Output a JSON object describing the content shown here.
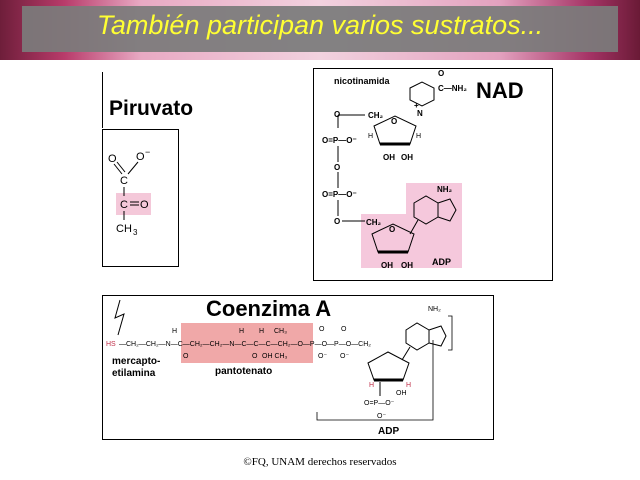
{
  "slide": {
    "title": "También participan varios sustratos...",
    "footer": "©FQ, UNAM derechos reservados"
  },
  "piruvato": {
    "heading": "Piruvato",
    "atoms": {
      "o1": "O",
      "o2": "O",
      "o_minus": "−",
      "c1": "C",
      "c2": "C",
      "o3": "O",
      "ch3": "CH",
      "ch3_sub": "3"
    }
  },
  "nad": {
    "heading": "NAD",
    "nicotinamida": "nicotinamida",
    "adp": "ADP",
    "amide": "C—NH₂",
    "amide_o": "O",
    "plus": "+",
    "n_ring": "N",
    "ch2_a": "CH₂",
    "ch2_b": "CH₂",
    "ring_o1": "O",
    "ring_o2": "O",
    "p1": "O=P—O⁻",
    "p2": "O=P—O⁻",
    "o_link1": "O",
    "o_link2": "O",
    "o_link3": "O",
    "o_link4": "O",
    "h": "H",
    "oh": "OH",
    "nh2": "NH₂",
    "n": "N"
  },
  "coa": {
    "heading": "Coenzima A",
    "hs": "HS",
    "chain1": "—CH₂—CH₂—N—C—CH₂—CH₂—N—C—C—C—CH₂—O—P—O—P—O—CH₂",
    "h": "H",
    "ch3": "CH₃",
    "ohch3": "OH CH₃",
    "o": "O",
    "ominus": "O⁻",
    "mercapto1": "mercapto-",
    "mercapto2": "etilamina",
    "pantotenato": "pantotenato",
    "adp": "ADP",
    "nh2": "NH₂",
    "n": "N",
    "p3": "O=P—O⁻",
    "oh": "OH"
  }
}
